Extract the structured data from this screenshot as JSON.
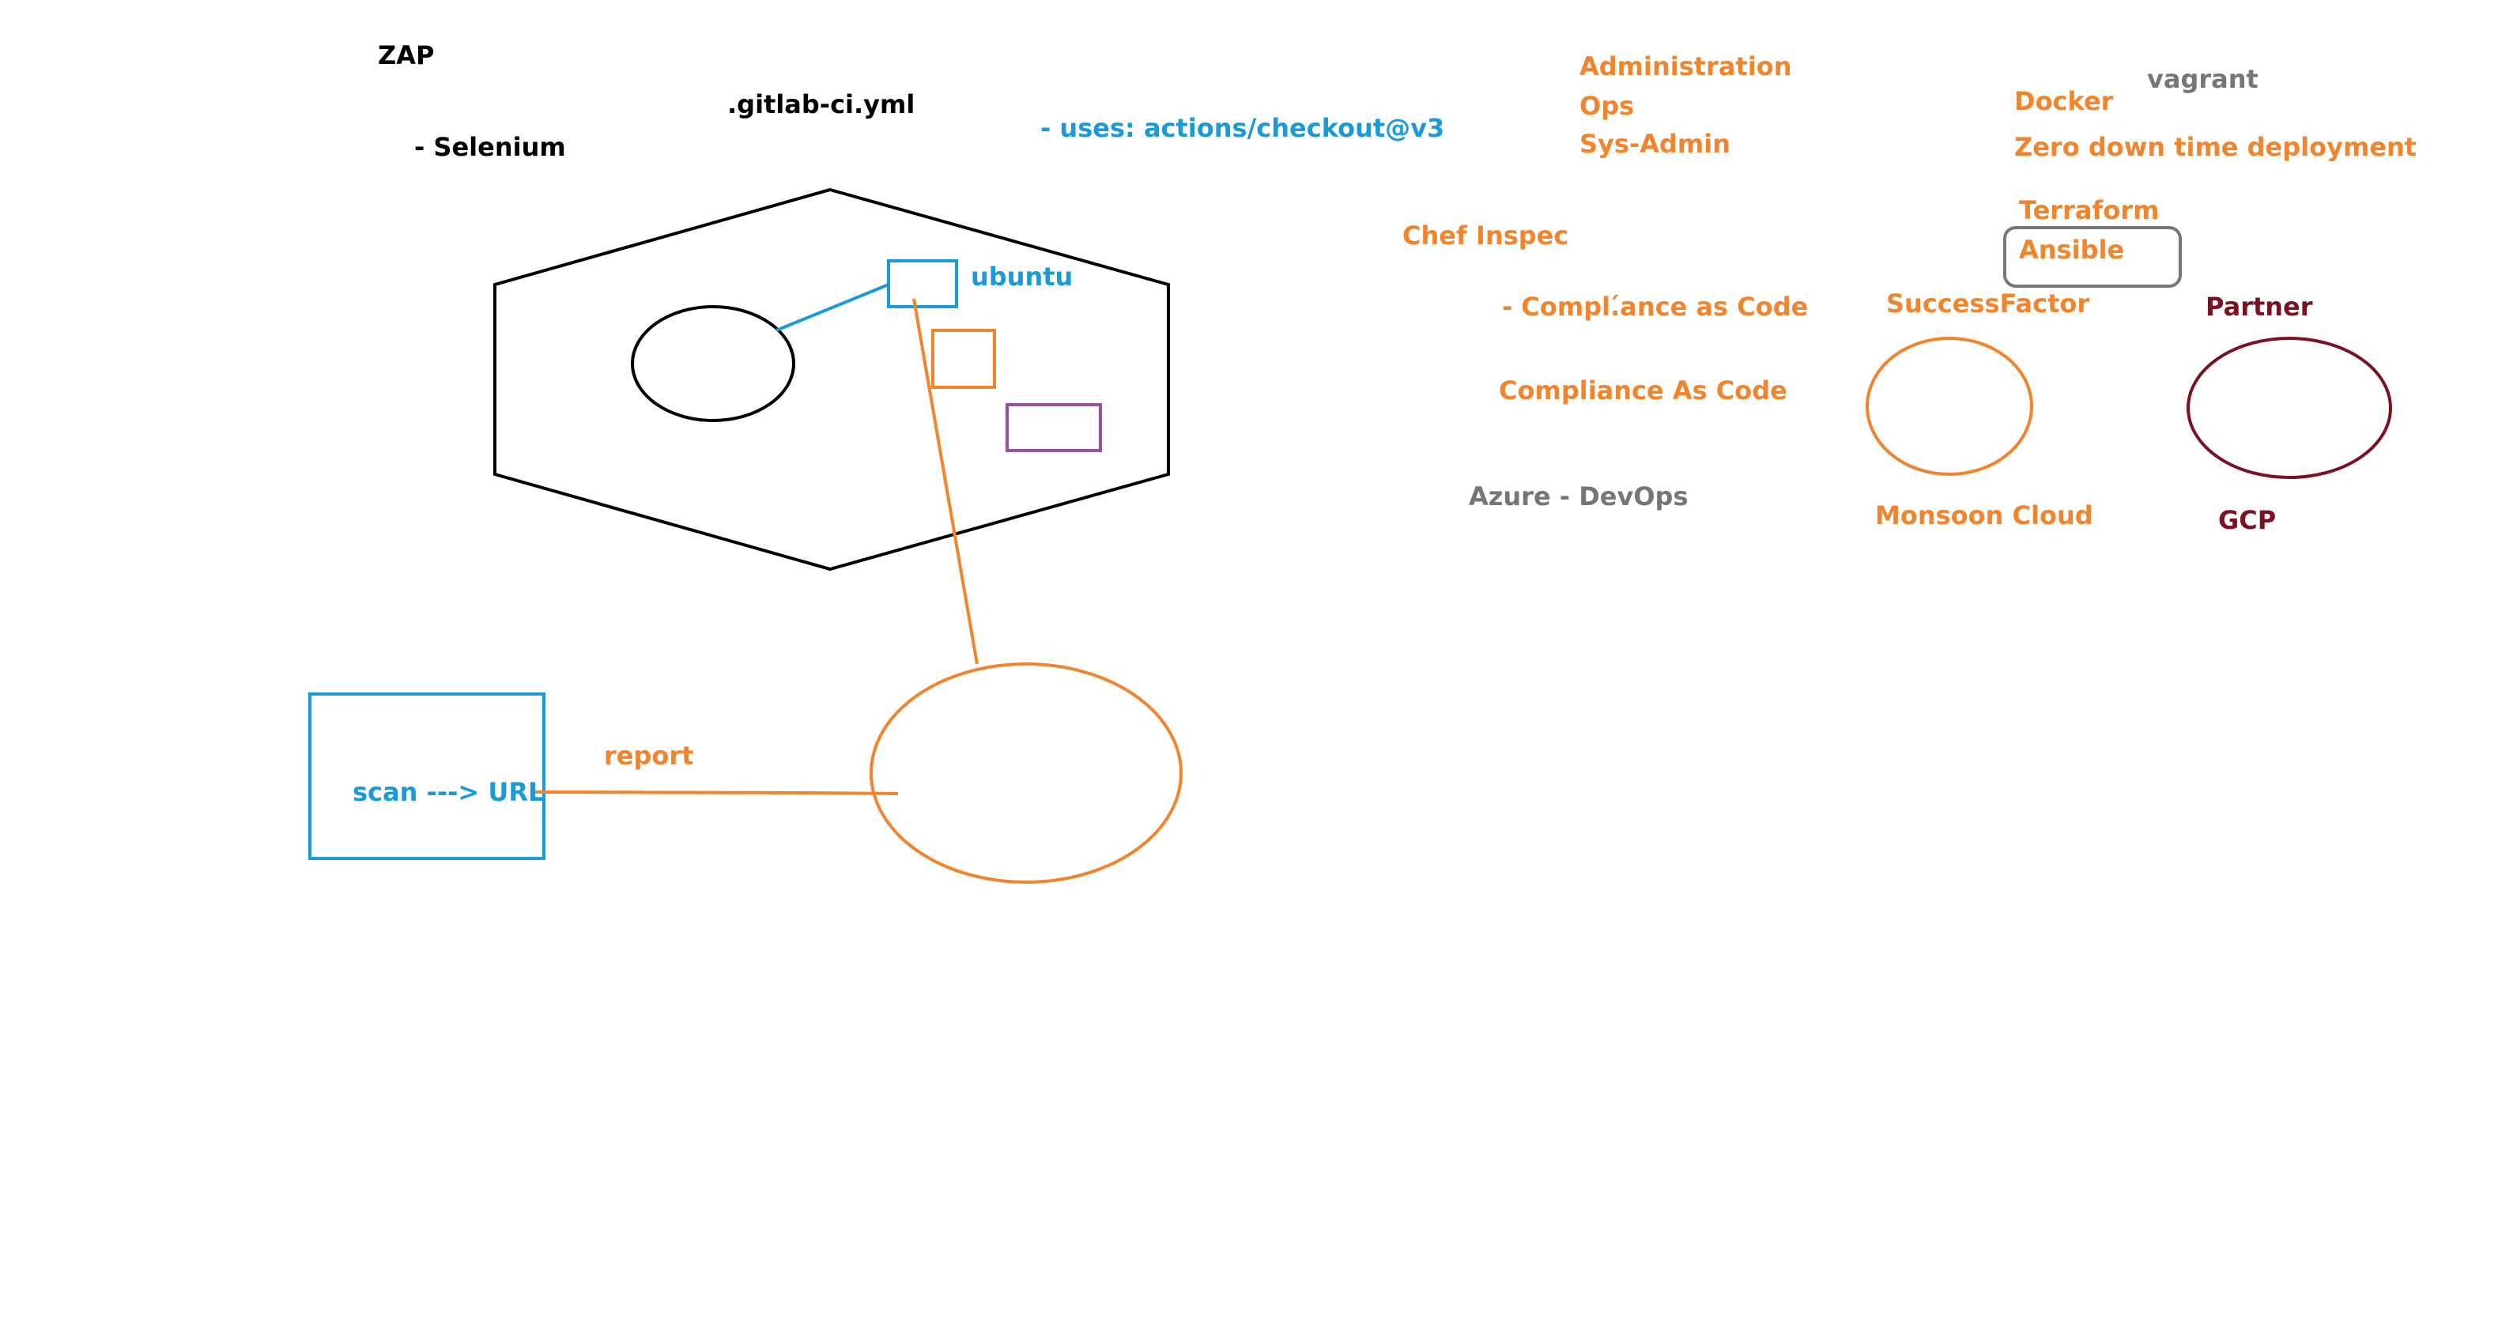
{
  "colors": {
    "black": "#000000",
    "blue": "#1a9ad6",
    "orange": "#f0852e",
    "purple": "#9b4f9e",
    "gray": "#767676",
    "darkred": "#7a1220"
  },
  "labels": {
    "zap": "ZAP",
    "selenium": "- Selenium",
    "gitlab_ci": ".gitlab-ci.yml",
    "uses_checkout": "- uses: actions/checkout@v3",
    "ubuntu": "ubuntu",
    "report": "report",
    "scan_url": "scan ---> URL",
    "administration": "Administration",
    "ops": "Ops",
    "sys_admin": "Sys-Admin",
    "chef_inspec": "Chef Inspec",
    "compliance_as_code_1": "- Compl.́ance as Code",
    "compliance_as_code_2": "Compliance As Code",
    "azure_devops": "Azure - DevOps",
    "docker": "Docker",
    "vagrant": "vagrant",
    "zero_downtime": "Zero down time deployment",
    "terraform": "Terraform",
    "ansible": "Ansible",
    "successfactor": "SuccessFactor",
    "partner": "Partner",
    "monsoon_cloud": "Monsoon Cloud",
    "gcp": "GCP"
  }
}
